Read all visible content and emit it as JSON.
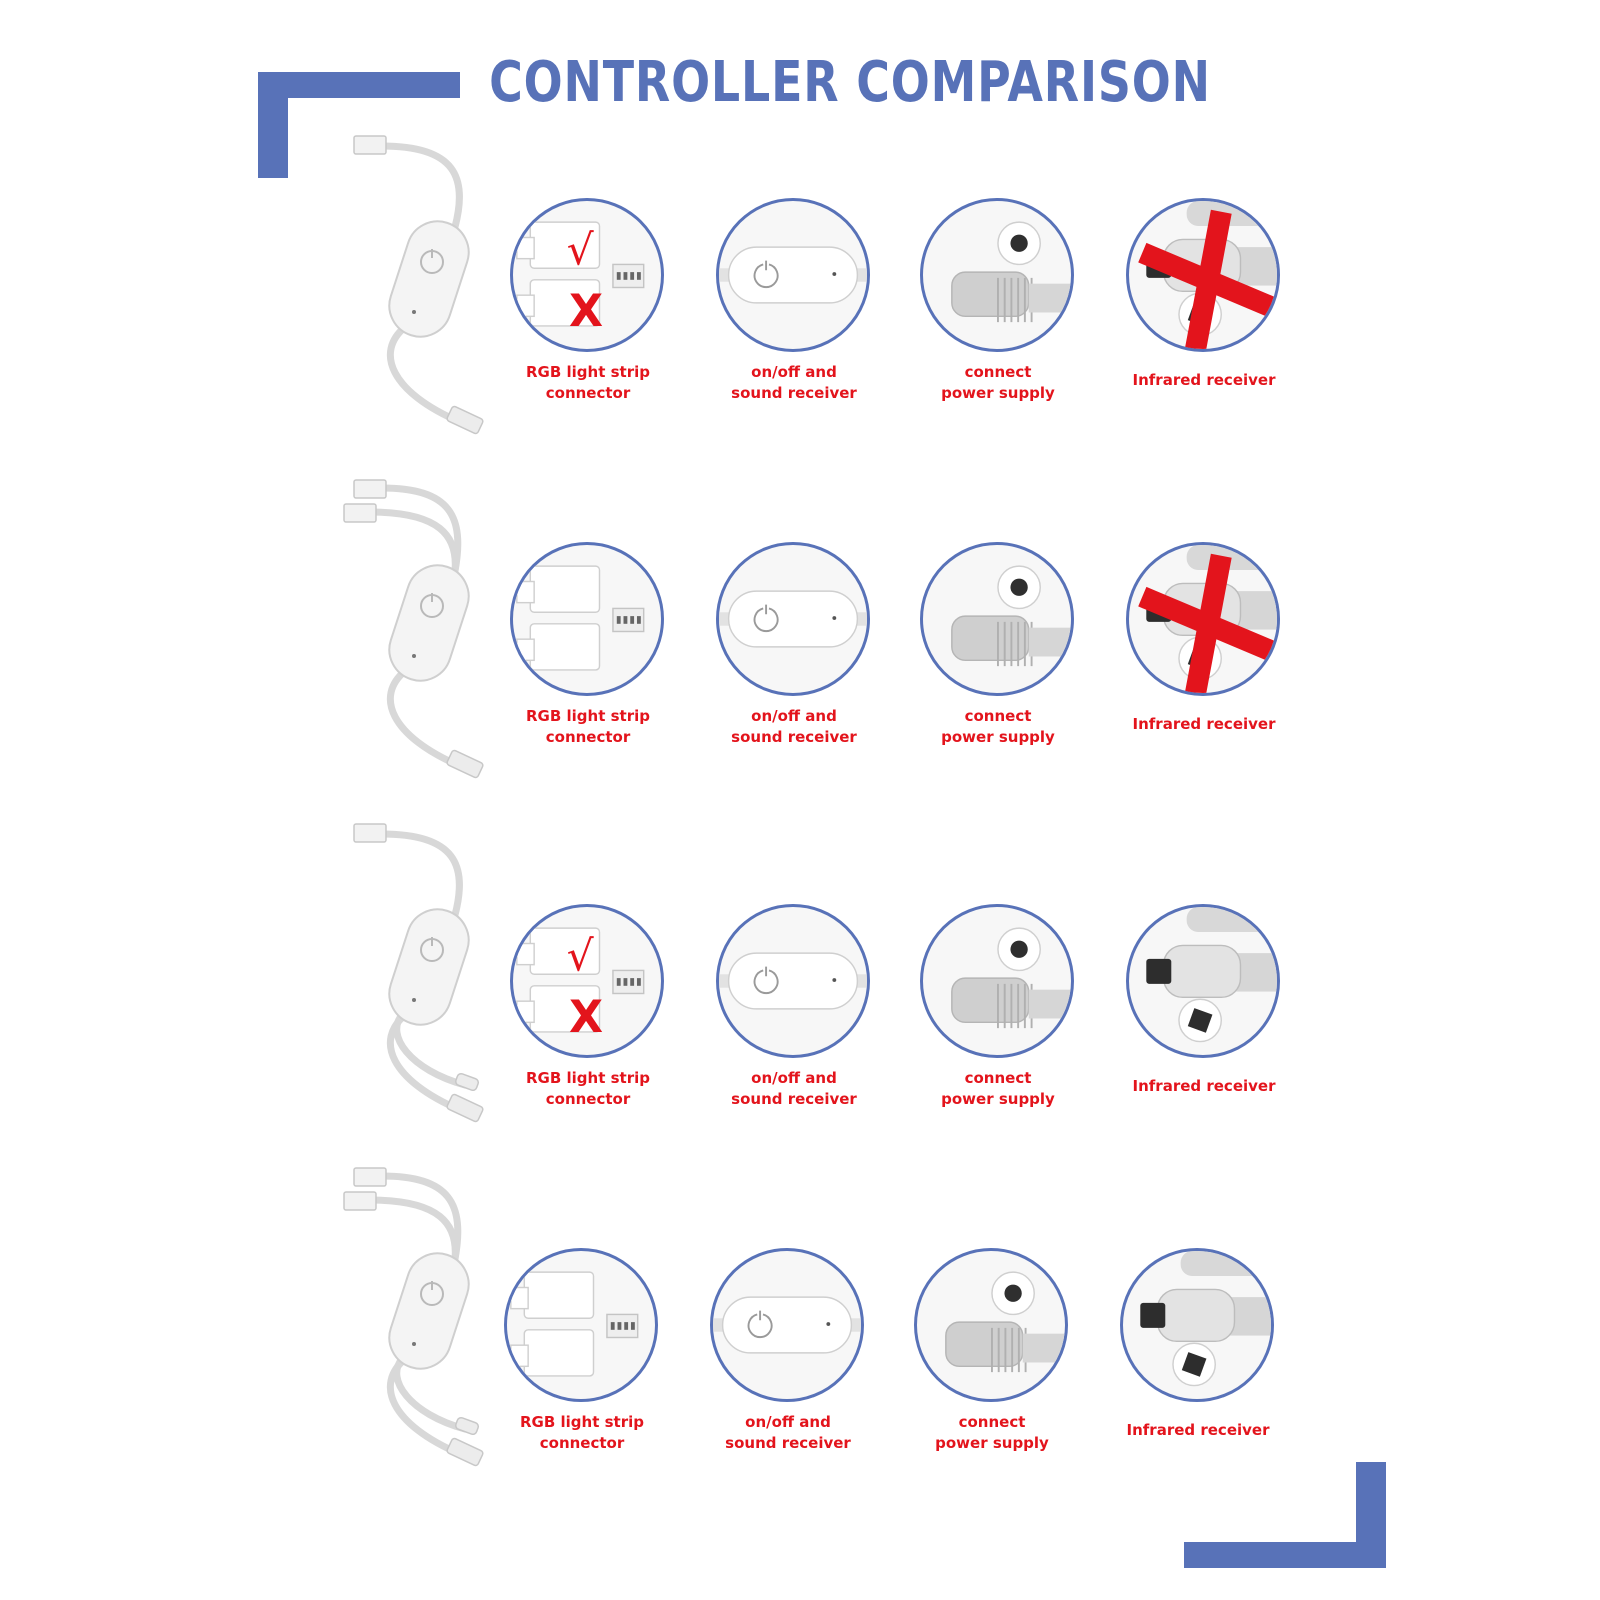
{
  "title": "CONTROLLER COMPARISON",
  "colors": {
    "accent": "#5872b8",
    "label": "#e3141c"
  },
  "rows": [
    {
      "cable_icon": "single-output-controller-cable",
      "rgb": {
        "line1": "RGB light strip",
        "line2": "connector",
        "mark_top": "√",
        "mark_bottom": "X"
      },
      "onoff": {
        "line1": "on/off and",
        "line2": "sound receiver"
      },
      "power": {
        "line1": "connect",
        "line2": "power supply"
      },
      "ir": {
        "line1": "Infrared receiver",
        "crossed": true
      }
    },
    {
      "cable_icon": "dual-output-controller-cable",
      "rgb": {
        "line1": "RGB light strip",
        "line2": "connector"
      },
      "onoff": {
        "line1": "on/off and",
        "line2": "sound receiver"
      },
      "power": {
        "line1": "connect",
        "line2": "power supply"
      },
      "ir": {
        "line1": "Infrared receiver",
        "crossed": true
      }
    },
    {
      "cable_icon": "single-output-ir-controller-cable",
      "rgb": {
        "line1": "RGB light strip",
        "line2": "connector",
        "mark_top": "√",
        "mark_bottom": "X"
      },
      "onoff": {
        "line1": "on/off and",
        "line2": "sound receiver"
      },
      "power": {
        "line1": "connect",
        "line2": "power supply"
      },
      "ir": {
        "line1": "Infrared receiver",
        "crossed": false
      }
    },
    {
      "cable_icon": "dual-output-ir-controller-cable",
      "rgb": {
        "line1": "RGB light strip",
        "line2": "connector"
      },
      "onoff": {
        "line1": "on/off and",
        "line2": "sound receiver"
      },
      "power": {
        "line1": "connect",
        "line2": "power supply"
      },
      "ir": {
        "line1": "Infrared receiver",
        "crossed": false
      }
    }
  ]
}
